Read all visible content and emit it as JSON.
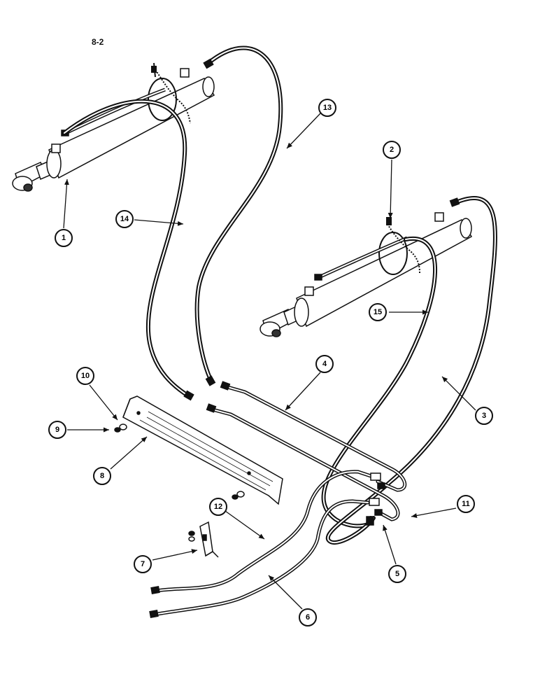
{
  "page": {
    "label": "8-2"
  },
  "colors": {
    "ink": "#111111",
    "paper": "#ffffff"
  },
  "callouts": [
    {
      "id": "1",
      "label": "1"
    },
    {
      "id": "2",
      "label": "2"
    },
    {
      "id": "3",
      "label": "3"
    },
    {
      "id": "4",
      "label": "4"
    },
    {
      "id": "5",
      "label": "5"
    },
    {
      "id": "6",
      "label": "6"
    },
    {
      "id": "7",
      "label": "7"
    },
    {
      "id": "8",
      "label": "8"
    },
    {
      "id": "9",
      "label": "9"
    },
    {
      "id": "10",
      "label": "10"
    },
    {
      "id": "11",
      "label": "11"
    },
    {
      "id": "12",
      "label": "12"
    },
    {
      "id": "13",
      "label": "13"
    },
    {
      "id": "14",
      "label": "14"
    },
    {
      "id": "15",
      "label": "15"
    }
  ]
}
